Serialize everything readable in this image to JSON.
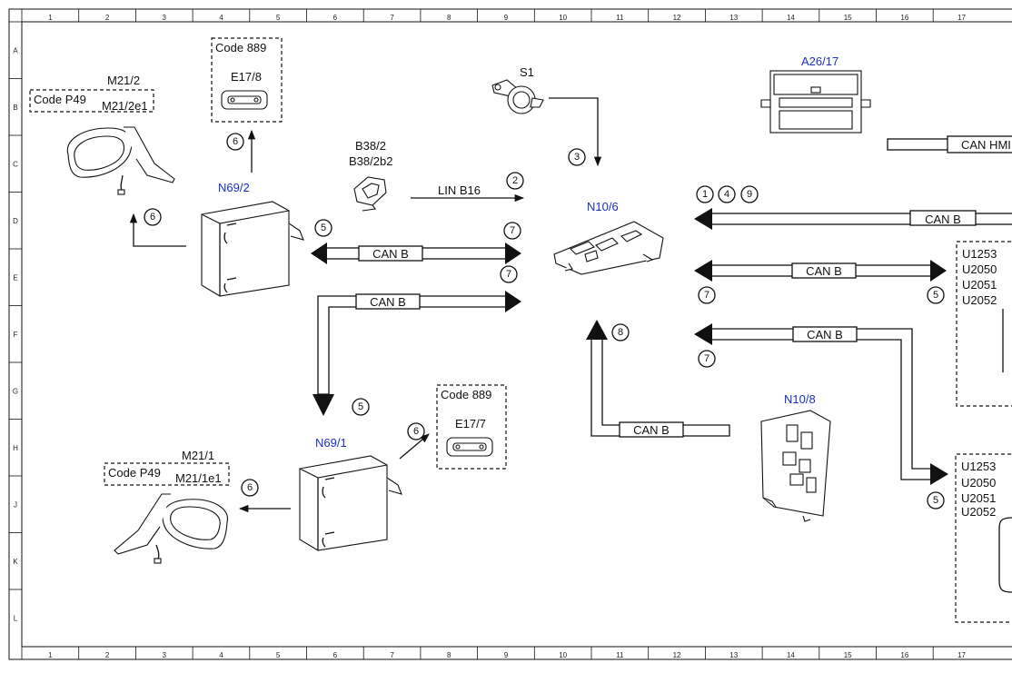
{
  "grid": {
    "cols": [
      "1",
      "2",
      "3",
      "4",
      "5",
      "6",
      "7",
      "8",
      "9",
      "10",
      "11",
      "12",
      "13",
      "14",
      "15",
      "16",
      "17"
    ],
    "rows": [
      "A",
      "B",
      "C",
      "D",
      "E",
      "F",
      "G",
      "H",
      "J",
      "K",
      "L"
    ]
  },
  "components": {
    "m21_2": "M21/2",
    "m21_2e1": "M21/2e1",
    "m21_1": "M21/1",
    "m21_1e1": "M21/1e1",
    "code_p49": "Code P49",
    "code_889": "Code 889",
    "e17_8": "E17/8",
    "e17_7": "E17/7",
    "n69_2": "N69/2",
    "n69_1": "N69/1",
    "b38_2": "B38/2",
    "b38_2b2": "B38/2b2",
    "s1": "S1",
    "n10_6": "N10/6",
    "n10_8": "N10/8",
    "a26_17": "A26/17"
  },
  "buses": {
    "can_b": "CAN B",
    "can_hmi": "CAN HMI",
    "lin_b16": "LIN B16"
  },
  "fault_codes": [
    "U1253",
    "U2050",
    "U2051",
    "U2052"
  ],
  "callouts": {
    "c1": "1",
    "c2": "2",
    "c3": "3",
    "c4": "4",
    "c5": "5",
    "c6": "6",
    "c7": "7",
    "c8": "8",
    "c9": "9"
  },
  "colors": {
    "link": "#1a2ecc",
    "line": "#111111"
  }
}
